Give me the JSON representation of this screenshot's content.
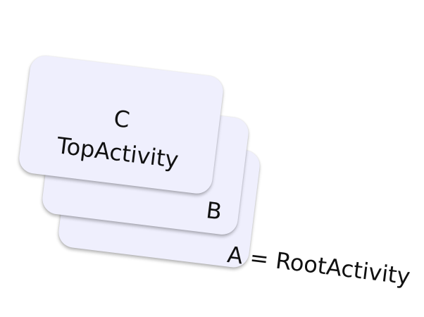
{
  "cards": {
    "a": {
      "label": "A = RootActivity"
    },
    "b": {
      "label": "B"
    },
    "c": {
      "letter": "C",
      "name": "TopActivity"
    }
  },
  "colors": {
    "card_fill": "#efeffd",
    "text": "#111111",
    "background": "#ffffff"
  }
}
